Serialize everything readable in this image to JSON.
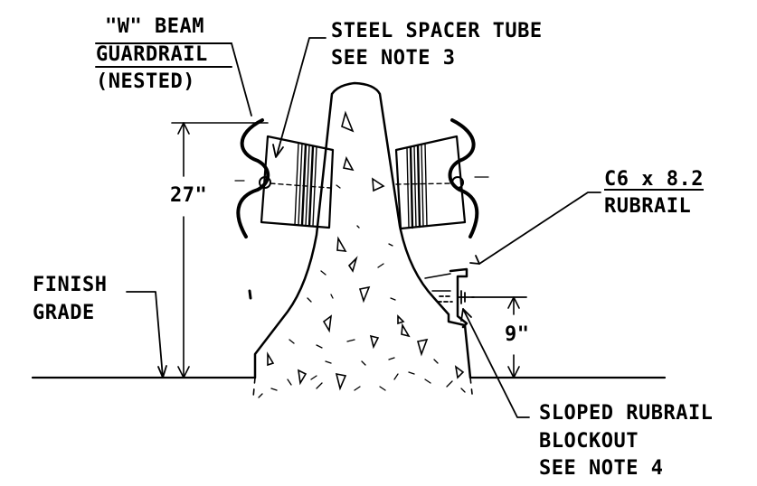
{
  "colors": {
    "ink": "#000000",
    "paper": "#ffffff"
  },
  "labels": {
    "w_beam_line1": "\"W\" BEAM",
    "w_beam_line2": "GUARDRAIL",
    "w_beam_line3": "(NESTED)",
    "spacer_line1": "STEEL SPACER TUBE",
    "spacer_line2": "SEE NOTE 3",
    "rubrail_line1": "C6 x 8.2",
    "rubrail_line2": "RUBRAIL",
    "grade_line1": "FINISH",
    "grade_line2": "GRADE",
    "dim_27": "27\"",
    "dim_9": "9\"",
    "blockout_line1": "SLOPED RUBRAIL",
    "blockout_line2": "BLOCKOUT",
    "blockout_line3": "SEE NOTE 4"
  }
}
